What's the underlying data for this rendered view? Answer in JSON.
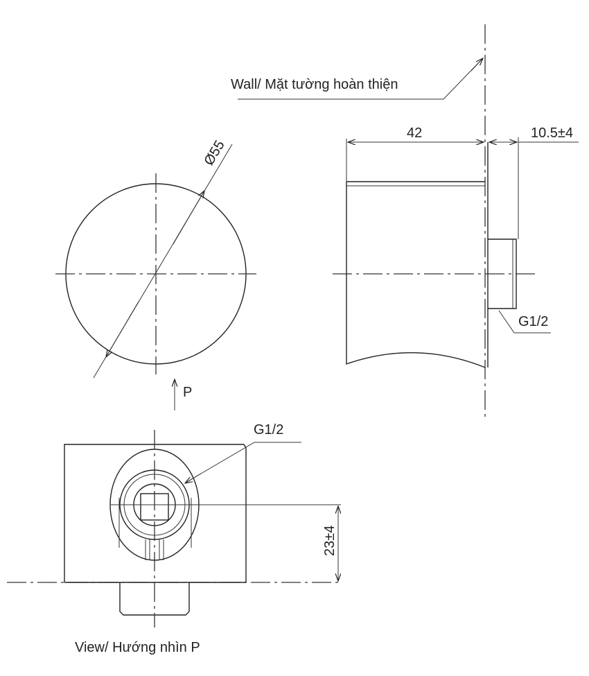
{
  "labels": {
    "wall": "Wall/ Mặt tường hoàn thiện",
    "dim_depth": "42",
    "dim_offset": "10.5±4",
    "diameter": "Ø55",
    "view_arrow": "P",
    "thread_side": "G1/2",
    "thread_bottom": "G1/2",
    "dim_height": "23±4",
    "view_caption": "View/ Hướng nhìn P"
  }
}
